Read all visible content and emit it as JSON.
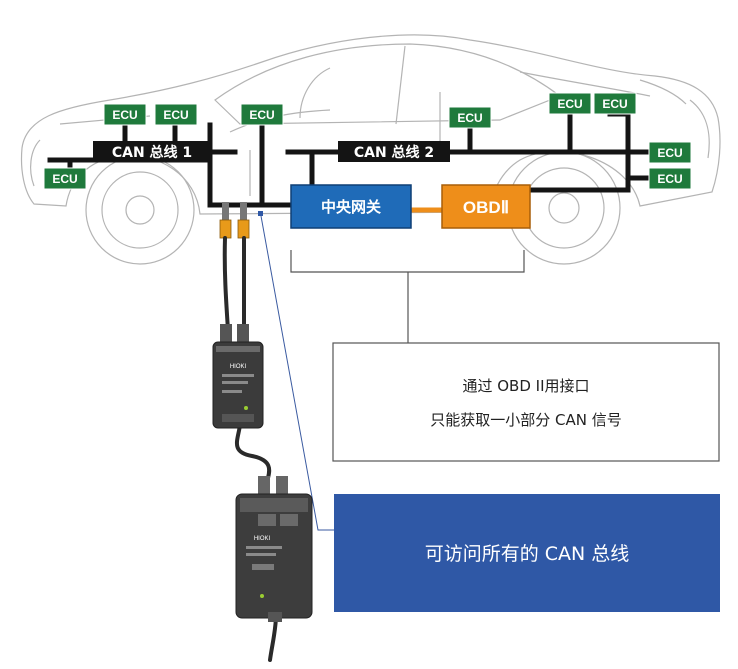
{
  "ecu_label": "ECU",
  "bus1_label": "CAN 总线 1",
  "bus2_label": "CAN 总线 2",
  "gateway_label": "中央网关",
  "obd_label": "OBDⅡ",
  "note": {
    "line1": "通过 OBD II用接口",
    "line2": "只能获取一小部分 CAN 信号"
  },
  "callout": "可访问所有的 CAN 总线",
  "devices": {
    "upper_brand": "HIOKI",
    "lower_brand": "HIOKI"
  },
  "colors": {
    "ecu_green": "#1f7a3c",
    "bus_black": "#141414",
    "gateway_blue": "#1f6bb8",
    "obd_orange": "#ee8e1a",
    "callout_navy": "#2f58a6"
  }
}
